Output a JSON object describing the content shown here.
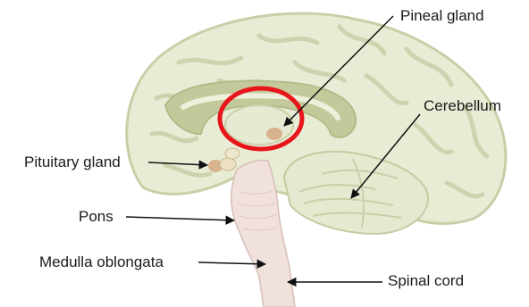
{
  "labels": {
    "pineal_gland": "Pineal gland",
    "cerebellum": "Cerebellum",
    "pituitary_gland": "Pituitary gland",
    "pons": "Pons",
    "medulla_oblongata": "Medulla oblongata",
    "spinal_cord": "Spinal cord"
  },
  "colors": {
    "cerebrum_fill": "#e9ecd5",
    "cerebrum_outline": "#c8cfa7",
    "sulcus": "#cdd3ae",
    "ventricle": "#c3c99a",
    "brainstem": "#f1e1dc",
    "gland": "#d7b28c",
    "highlight_circle": "#e8151b",
    "leader_line": "#111111"
  }
}
